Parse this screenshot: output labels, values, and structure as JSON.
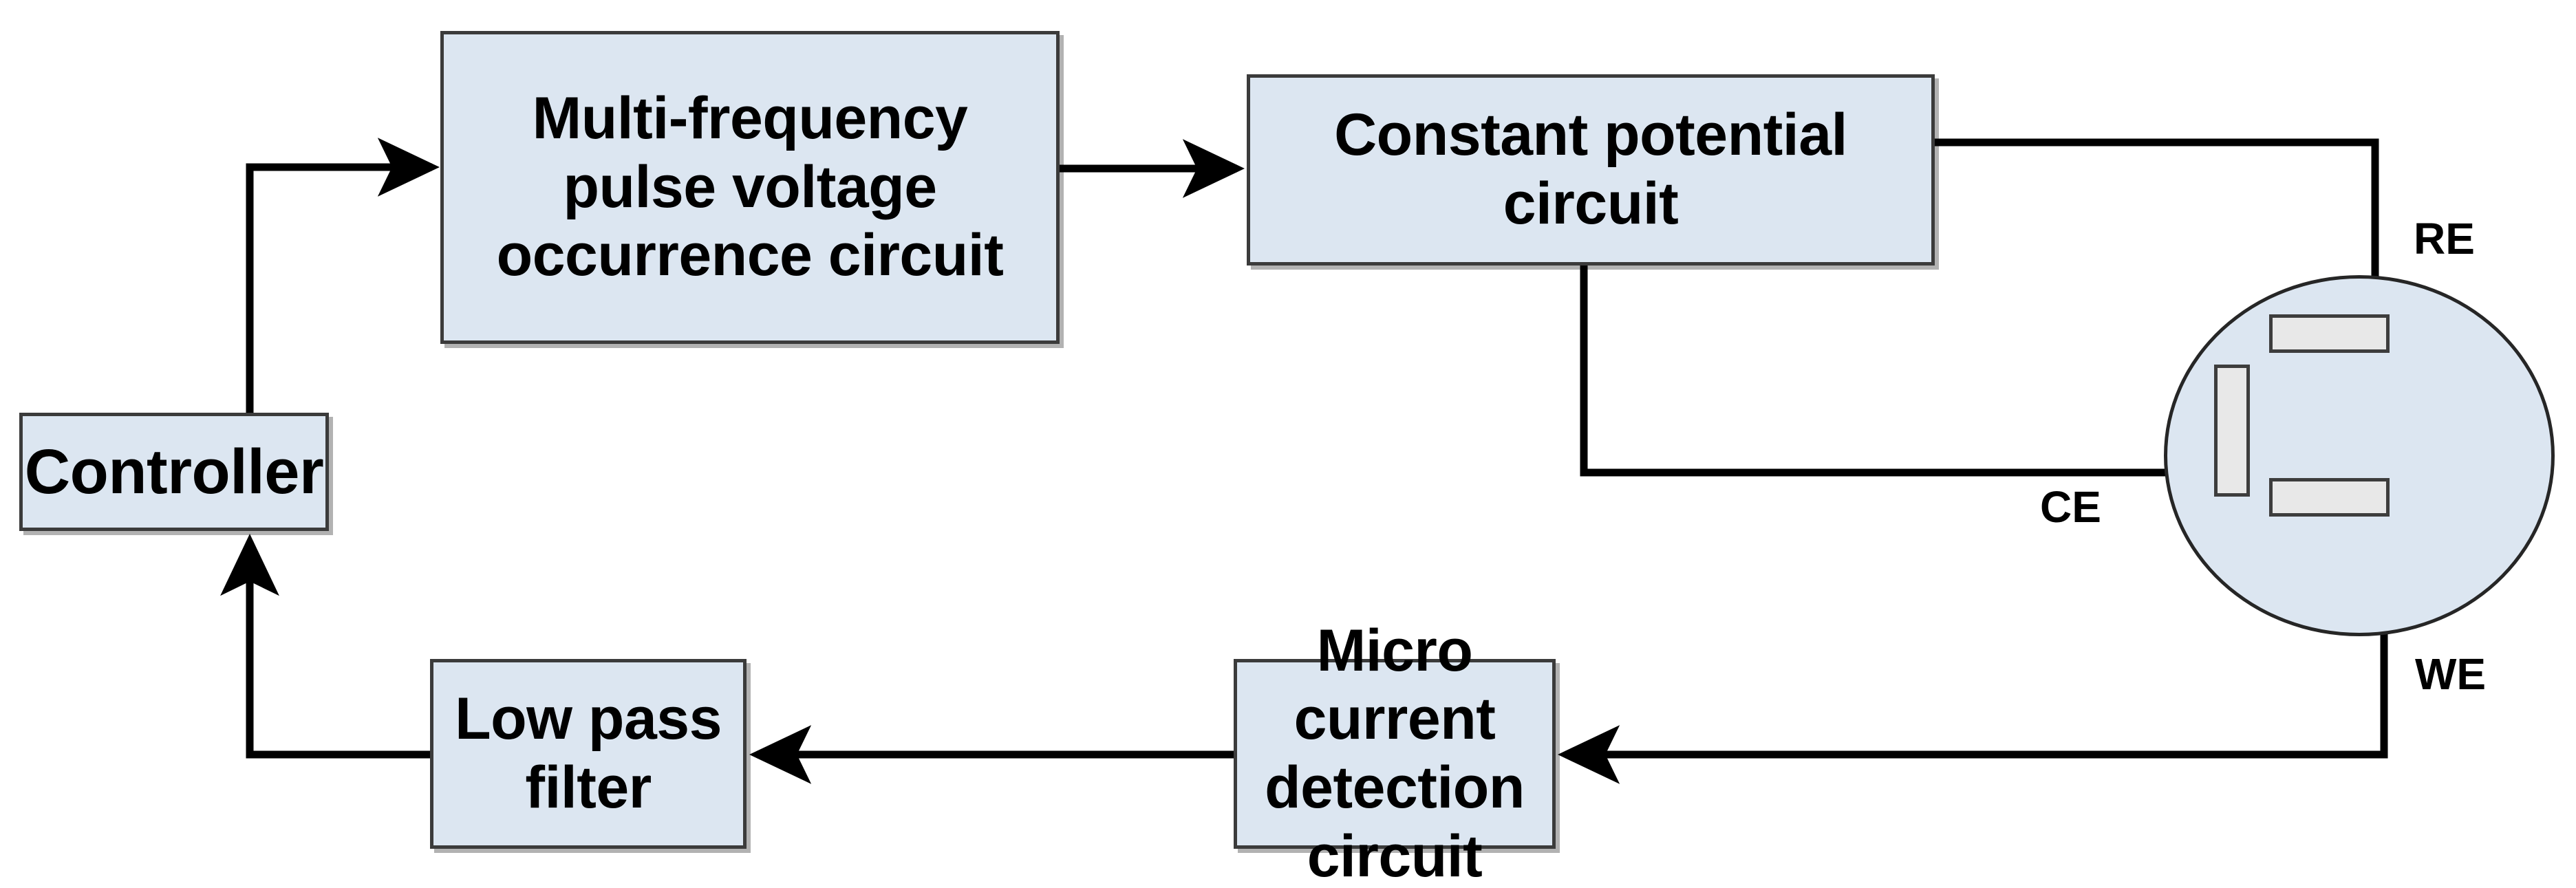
{
  "diagram": {
    "type": "block-diagram",
    "title": "",
    "colors": {
      "block_fill": "#dce6f1",
      "block_border": "#3b3b3b",
      "electrode_fill": "#e8e8e8",
      "electrode_border": "#3d3d3d",
      "cell_fill": "#dce6f1",
      "cell_border": "#262626",
      "wire": "#000000",
      "background": "#ffffff"
    },
    "blocks": [
      {
        "id": "controller",
        "label": "Controller"
      },
      {
        "id": "multifreq",
        "label": "Multi-frequency pulse voltage occurrence circuit",
        "lines": [
          "Multi-frequency",
          "pulse voltage",
          "occurrence circuit"
        ]
      },
      {
        "id": "constpot",
        "label": "Constant potential circuit",
        "lines": [
          "Constant potential",
          "circuit"
        ]
      },
      {
        "id": "microcurrent",
        "label": "Micro current detection circuit",
        "lines": [
          "Micro current",
          "detection circuit"
        ]
      },
      {
        "id": "lowpass",
        "label": "Low pass filter",
        "lines": [
          "Low pass",
          "filter"
        ]
      }
    ],
    "cell": {
      "name": "three-electrode electrochemical cell",
      "electrodes": [
        {
          "id": "ce",
          "label": "CE",
          "shape": "vertical-bar"
        },
        {
          "id": "re",
          "label": "RE",
          "shape": "horizontal-bar"
        },
        {
          "id": "we",
          "label": "WE",
          "shape": "horizontal-bar"
        }
      ]
    },
    "connections": [
      {
        "from": "controller",
        "to": "multifreq",
        "arrow": true
      },
      {
        "from": "multifreq",
        "to": "constpot",
        "arrow": true
      },
      {
        "from": "constpot",
        "to": "re",
        "arrow": false
      },
      {
        "from": "constpot",
        "to": "ce",
        "arrow": false
      },
      {
        "from": "we",
        "to": "microcurrent",
        "arrow": true
      },
      {
        "from": "microcurrent",
        "to": "lowpass",
        "arrow": true
      },
      {
        "from": "lowpass",
        "to": "controller",
        "arrow": true
      }
    ]
  }
}
